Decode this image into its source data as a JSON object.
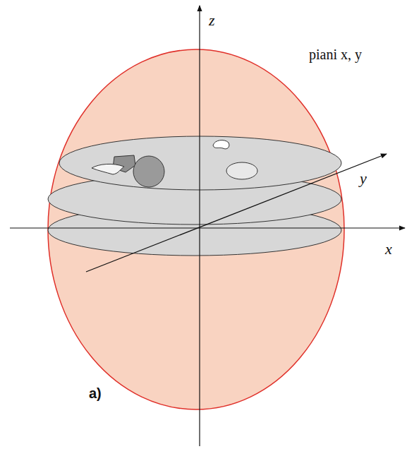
{
  "diagram": {
    "labels": [
      "z",
      "y",
      "x",
      "piani x, y",
      "a)"
    ]
  }
}
